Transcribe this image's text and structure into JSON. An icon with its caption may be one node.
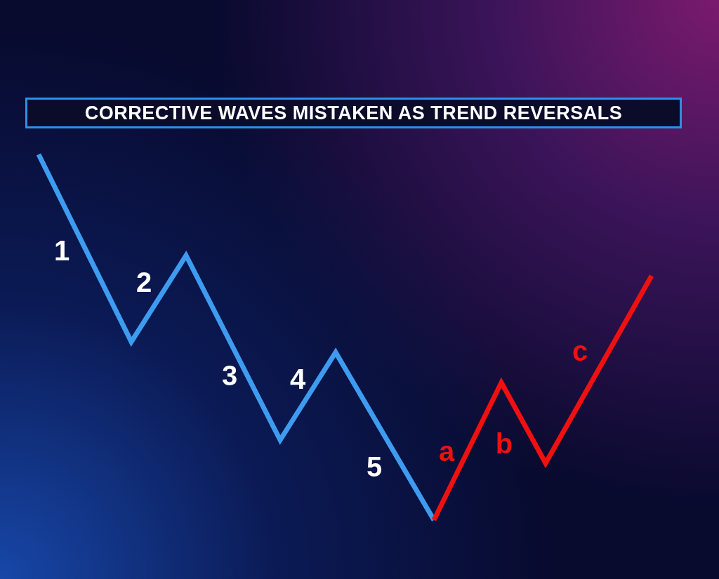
{
  "diagram": {
    "title": "CORRECTIVE WAVES MISTAKEN AS TREND REVERSALS",
    "labels": [
      "1",
      "2",
      "3",
      "4",
      "5",
      "a",
      "b",
      "c"
    ]
  }
}
